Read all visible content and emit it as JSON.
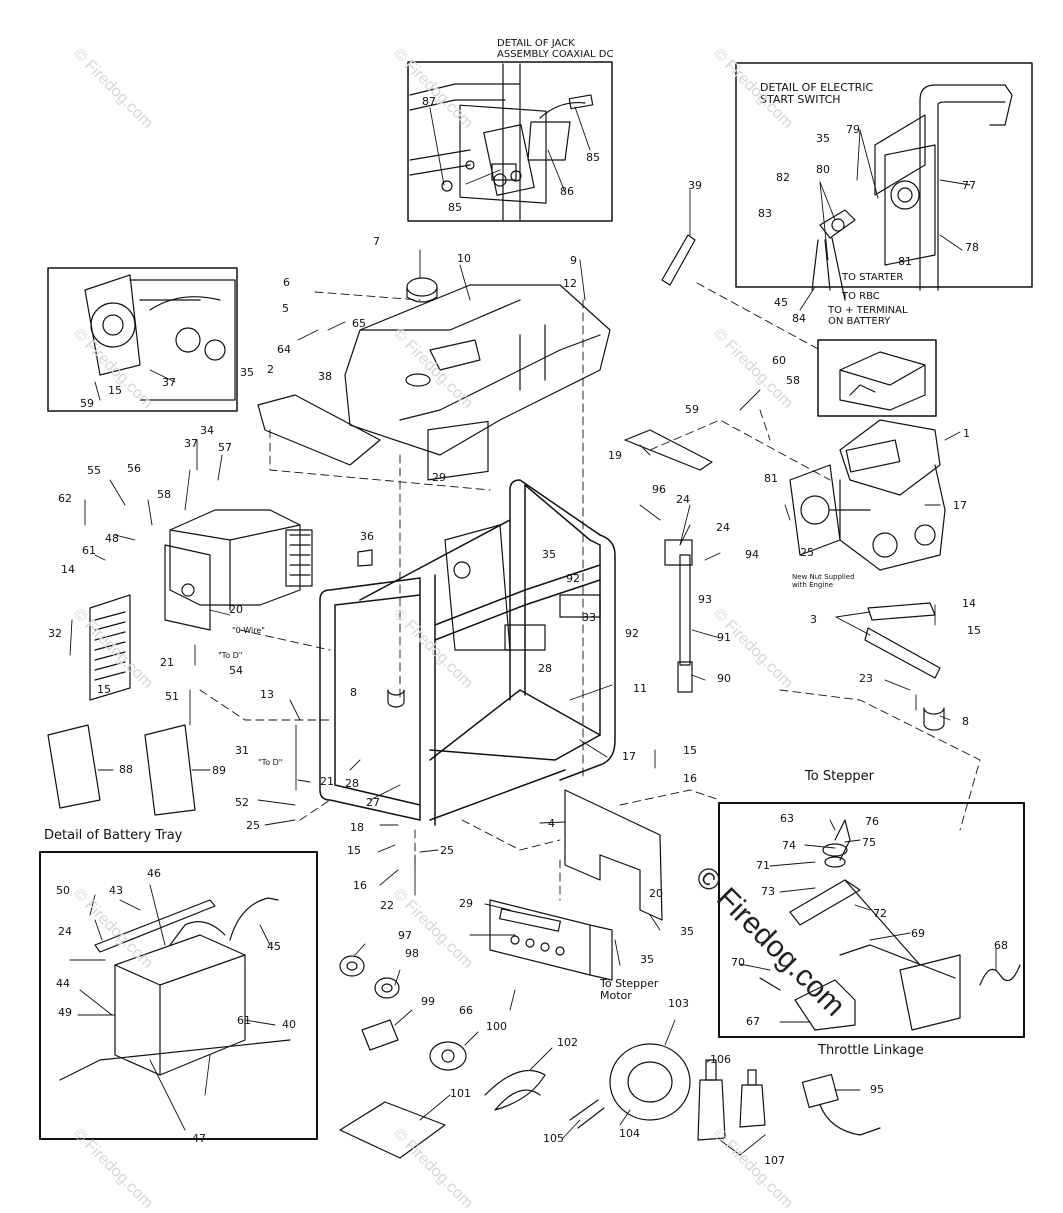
{
  "captions": {
    "jack_detail": "DETAIL OF JACK\nASSEMBLY COAXIAL DC",
    "start_switch_detail": "DETAIL OF ELECTRIC\nSTART SWITCH",
    "to_starter": "TO STARTER",
    "to_rbc": "TO RBC",
    "to_battery": "TO + TERMINAL\nON BATTERY",
    "new_nut": "New Nut Supplied\nwith Engine",
    "to_stepper": "To Stepper",
    "to_stepper_motor": "To Stepper\nMotor",
    "battery_tray": "Detail of Battery Tray",
    "throttle_linkage": "Throttle Linkage",
    "o_wire": "\"0 Wire\"",
    "to_d_1": "\"To D\"",
    "to_d_2": "\"To D\""
  },
  "watermark": {
    "small": "© Firedog.com",
    "large": "© Firedog.com"
  },
  "part_labels": [
    {
      "id": "87",
      "text": "87"
    },
    {
      "id": "85a",
      "text": "85"
    },
    {
      "id": "85b",
      "text": "85"
    },
    {
      "id": "86",
      "text": "86"
    },
    {
      "id": "79",
      "text": "79"
    },
    {
      "id": "35a",
      "text": "35"
    },
    {
      "id": "80",
      "text": "80"
    },
    {
      "id": "77",
      "text": "77"
    },
    {
      "id": "82",
      "text": "82"
    },
    {
      "id": "83",
      "text": "83"
    },
    {
      "id": "78",
      "text": "78"
    },
    {
      "id": "81a",
      "text": "81"
    },
    {
      "id": "45a",
      "text": "45"
    },
    {
      "id": "84",
      "text": "84"
    },
    {
      "id": "39",
      "text": "39"
    },
    {
      "id": "7",
      "text": "7"
    },
    {
      "id": "10",
      "text": "10"
    },
    {
      "id": "9",
      "text": "9"
    },
    {
      "id": "12",
      "text": "12"
    },
    {
      "id": "6",
      "text": "6"
    },
    {
      "id": "5",
      "text": "5"
    },
    {
      "id": "65",
      "text": "65"
    },
    {
      "id": "64",
      "text": "64"
    },
    {
      "id": "37a",
      "text": "37"
    },
    {
      "id": "59a",
      "text": "59"
    },
    {
      "id": "15a",
      "text": "15"
    },
    {
      "id": "35b",
      "text": "35"
    },
    {
      "id": "2",
      "text": "2"
    },
    {
      "id": "38",
      "text": "38"
    },
    {
      "id": "60",
      "text": "60"
    },
    {
      "id": "58a",
      "text": "58"
    },
    {
      "id": "59b",
      "text": "59"
    },
    {
      "id": "19",
      "text": "19"
    },
    {
      "id": "1",
      "text": "1"
    },
    {
      "id": "34",
      "text": "34"
    },
    {
      "id": "57",
      "text": "57"
    },
    {
      "id": "37b",
      "text": "37"
    },
    {
      "id": "55",
      "text": "55"
    },
    {
      "id": "56",
      "text": "56"
    },
    {
      "id": "58b",
      "text": "58"
    },
    {
      "id": "62",
      "text": "62"
    },
    {
      "id": "29a",
      "text": "29"
    },
    {
      "id": "96",
      "text": "96"
    },
    {
      "id": "24a",
      "text": "24"
    },
    {
      "id": "17a",
      "text": "17"
    },
    {
      "id": "81b",
      "text": "81"
    },
    {
      "id": "24b",
      "text": "24"
    },
    {
      "id": "94",
      "text": "94"
    },
    {
      "id": "25a",
      "text": "25"
    },
    {
      "id": "48",
      "text": "48"
    },
    {
      "id": "61a",
      "text": "61"
    },
    {
      "id": "36",
      "text": "36"
    },
    {
      "id": "35c",
      "text": "35"
    },
    {
      "id": "92a",
      "text": "92"
    },
    {
      "id": "93",
      "text": "93"
    },
    {
      "id": "14a",
      "text": "14"
    },
    {
      "id": "14b",
      "text": "14"
    },
    {
      "id": "20a",
      "text": "20"
    },
    {
      "id": "33",
      "text": "33"
    },
    {
      "id": "92b",
      "text": "92"
    },
    {
      "id": "91",
      "text": "91"
    },
    {
      "id": "3",
      "text": "3"
    },
    {
      "id": "15b",
      "text": "15"
    },
    {
      "id": "32",
      "text": "32"
    },
    {
      "id": "21a",
      "text": "21"
    },
    {
      "id": "54",
      "text": "54"
    },
    {
      "id": "28a",
      "text": "28"
    },
    {
      "id": "90",
      "text": "90"
    },
    {
      "id": "15c",
      "text": "15"
    },
    {
      "id": "51",
      "text": "51"
    },
    {
      "id": "23",
      "text": "23"
    },
    {
      "id": "11",
      "text": "11"
    },
    {
      "id": "8a",
      "text": "8"
    },
    {
      "id": "8b",
      "text": "8"
    },
    {
      "id": "13",
      "text": "13"
    },
    {
      "id": "88",
      "text": "88"
    },
    {
      "id": "89",
      "text": "89"
    },
    {
      "id": "31",
      "text": "31"
    },
    {
      "id": "21b",
      "text": "21"
    },
    {
      "id": "17b",
      "text": "17"
    },
    {
      "id": "15d",
      "text": "15"
    },
    {
      "id": "16a",
      "text": "16"
    },
    {
      "id": "52",
      "text": "52"
    },
    {
      "id": "28b",
      "text": "28"
    },
    {
      "id": "27",
      "text": "27"
    },
    {
      "id": "25b",
      "text": "25"
    },
    {
      "id": "4",
      "text": "4"
    },
    {
      "id": "63",
      "text": "63"
    },
    {
      "id": "76",
      "text": "76"
    },
    {
      "id": "18",
      "text": "18"
    },
    {
      "id": "74",
      "text": "74"
    },
    {
      "id": "75",
      "text": "75"
    },
    {
      "id": "15e",
      "text": "15"
    },
    {
      "id": "25c",
      "text": "25"
    },
    {
      "id": "71",
      "text": "71"
    },
    {
      "id": "73",
      "text": "73"
    },
    {
      "id": "16b",
      "text": "16"
    },
    {
      "id": "22",
      "text": "22"
    },
    {
      "id": "50",
      "text": "50"
    },
    {
      "id": "43",
      "text": "43"
    },
    {
      "id": "46",
      "text": "46"
    },
    {
      "id": "24c",
      "text": "24"
    },
    {
      "id": "45b",
      "text": "45"
    },
    {
      "id": "20b",
      "text": "20"
    },
    {
      "id": "29b",
      "text": "29"
    },
    {
      "id": "72",
      "text": "72"
    },
    {
      "id": "35d",
      "text": "35"
    },
    {
      "id": "69",
      "text": "69"
    },
    {
      "id": "68",
      "text": "68"
    },
    {
      "id": "97",
      "text": "97"
    },
    {
      "id": "98",
      "text": "98"
    },
    {
      "id": "35e",
      "text": "35"
    },
    {
      "id": "44",
      "text": "44"
    },
    {
      "id": "40",
      "text": "40"
    },
    {
      "id": "70",
      "text": "70"
    },
    {
      "id": "49",
      "text": "49"
    },
    {
      "id": "66",
      "text": "66"
    },
    {
      "id": "103",
      "text": "103"
    },
    {
      "id": "99",
      "text": "99"
    },
    {
      "id": "100",
      "text": "100"
    },
    {
      "id": "102",
      "text": "102"
    },
    {
      "id": "67",
      "text": "67"
    },
    {
      "id": "106",
      "text": "106"
    },
    {
      "id": "61b",
      "text": "61"
    },
    {
      "id": "95",
      "text": "95"
    },
    {
      "id": "47",
      "text": "47"
    },
    {
      "id": "101",
      "text": "101"
    },
    {
      "id": "105",
      "text": "105"
    },
    {
      "id": "104",
      "text": "104"
    },
    {
      "id": "107",
      "text": "107"
    }
  ]
}
